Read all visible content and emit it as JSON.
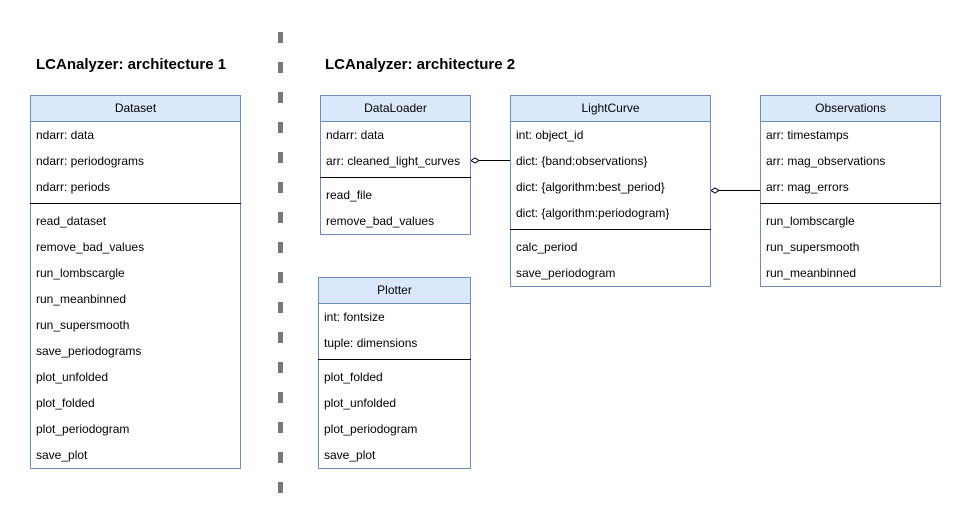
{
  "diagram": {
    "headings": {
      "arch1": "LCAnalyzer: architecture 1",
      "arch2": "LCAnalyzer: architecture 2"
    },
    "classes": {
      "dataset": {
        "name": "Dataset",
        "attributes": [
          "ndarr: data",
          "ndarr: periodograms",
          "ndarr: periods"
        ],
        "methods": [
          "read_dataset",
          "remove_bad_values",
          "run_lombscargle",
          "run_meanbinned",
          "run_supersmooth",
          "save_periodograms",
          "plot_unfolded",
          "plot_folded",
          "plot_periodogram",
          "save_plot"
        ]
      },
      "dataloader": {
        "name": "DataLoader",
        "attributes": [
          "ndarr: data",
          "arr: cleaned_light_curves"
        ],
        "methods": [
          "read_file",
          "remove_bad_values"
        ]
      },
      "lightcurve": {
        "name": "LightCurve",
        "attributes": [
          "int: object_id",
          "dict: {band:observations}",
          "dict: {algorithm:best_period}",
          "dict: {algorithm:periodogram}"
        ],
        "methods": [
          "calc_period",
          "save_periodogram"
        ]
      },
      "observations": {
        "name": "Observations",
        "attributes": [
          "arr: timestamps",
          "arr: mag_observations",
          "arr: mag_errors"
        ],
        "methods": [
          "run_lombscargle",
          "run_supersmooth",
          "run_meanbinned"
        ]
      },
      "plotter": {
        "name": "Plotter",
        "attributes": [
          "int: fontsize",
          "tuple: dimensions"
        ],
        "methods": [
          "plot_folded",
          "plot_unfolded",
          "plot_periodogram",
          "save_plot"
        ]
      }
    }
  }
}
